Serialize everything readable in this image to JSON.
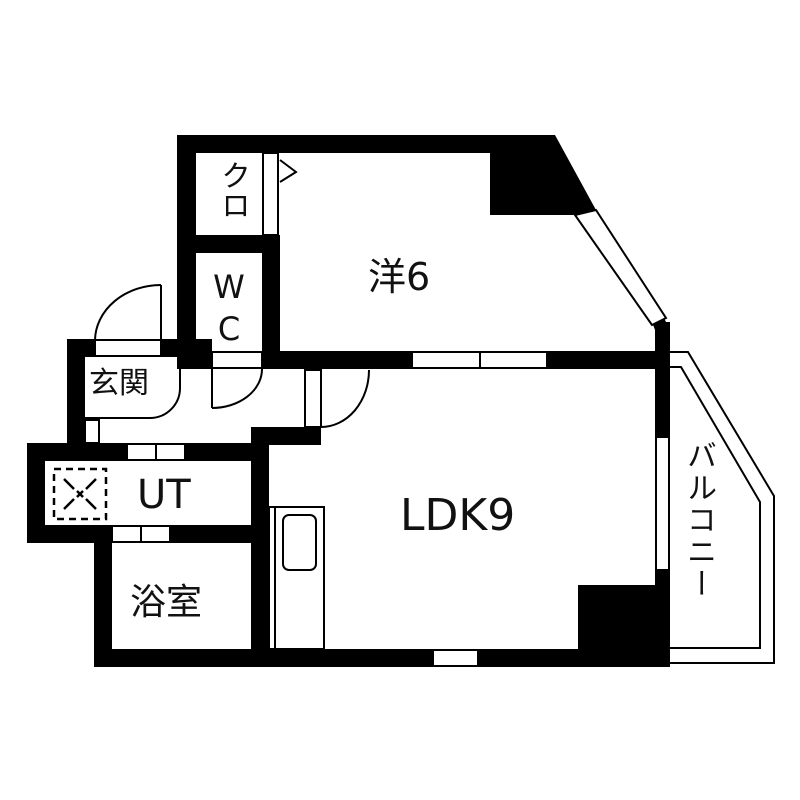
{
  "floorplan": {
    "colors": {
      "wall": "#000000",
      "background": "#ffffff",
      "text": "#111111"
    },
    "rooms": {
      "western": {
        "label": "洋6"
      },
      "closet": {
        "label": "クロ"
      },
      "wc": {
        "label": "WC"
      },
      "entrance": {
        "label": "玄関"
      },
      "utility": {
        "label": "UT"
      },
      "bath": {
        "label": "浴室"
      },
      "ldk": {
        "label": "LDK9"
      },
      "balcony": {
        "label": "バルコニー"
      }
    }
  }
}
